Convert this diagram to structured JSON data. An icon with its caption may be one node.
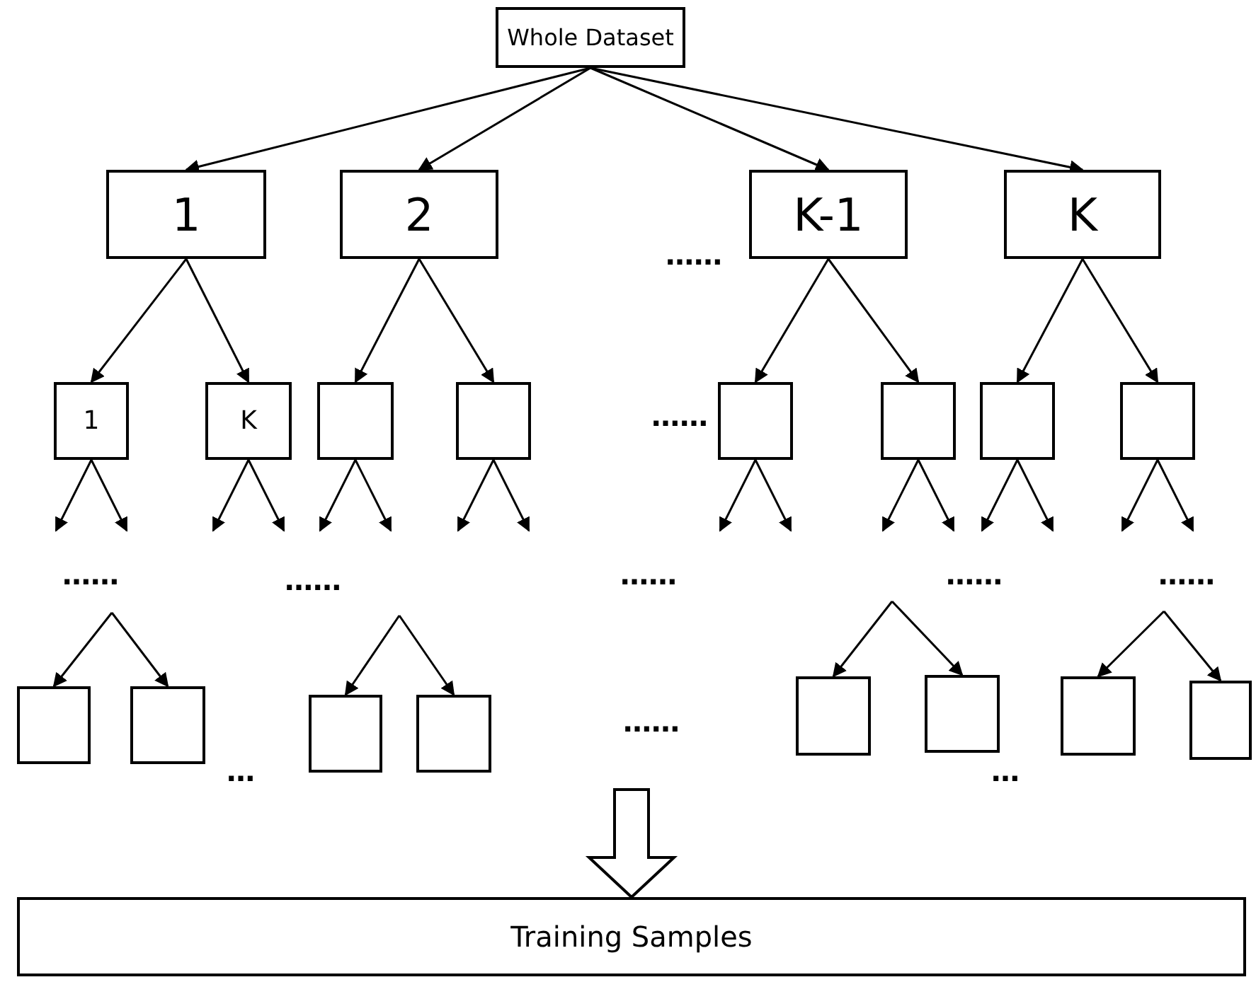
{
  "diagram": {
    "nodes": [
      {
        "text": [
          "Whole Dataset"
        ]
      },
      {
        "text": [
          "1"
        ]
      },
      {
        "text": [
          "2"
        ]
      },
      {
        "text": [
          "K-1"
        ]
      },
      {
        "text": [
          "K"
        ]
      },
      {
        "text": [
          "1"
        ]
      },
      {
        "text": [
          "K"
        ]
      },
      {
        "text": [],
        "shape": "box"
      },
      {
        "text": [],
        "shape": "box"
      },
      {
        "text": [],
        "shape": "box"
      },
      {
        "text": [],
        "shape": "box"
      },
      {
        "text": [],
        "shape": "box"
      },
      {
        "text": [],
        "shape": "box"
      },
      {
        "text": [],
        "shape": "box"
      },
      {
        "text": [],
        "shape": "box"
      },
      {
        "text": [],
        "shape": "box"
      },
      {
        "text": [],
        "shape": "box"
      },
      {
        "text": [],
        "shape": "box"
      },
      {
        "text": [],
        "shape": "box"
      },
      {
        "text": [],
        "shape": "box"
      },
      {
        "text": [],
        "shape": "box"
      },
      {
        "text": [
          "Training Samples"
        ]
      }
    ],
    "edges": [
      {
        "from": 0,
        "to": 1,
        "arrow": "to"
      },
      {
        "from": 0,
        "to": 2,
        "arrow": "to"
      },
      {
        "from": 0,
        "to": 3,
        "arrow": "to"
      },
      {
        "from": 0,
        "to": 4,
        "arrow": "to"
      },
      {
        "from": 1,
        "to": 5,
        "arrow": "to"
      },
      {
        "from": 1,
        "to": 6,
        "arrow": "to"
      },
      {
        "from": 2,
        "to": 7,
        "arrow": "to"
      },
      {
        "from": 2,
        "to": 8,
        "arrow": "to"
      },
      {
        "from": 3,
        "to": 9,
        "arrow": "to"
      },
      {
        "from": 3,
        "to": 10,
        "arrow": "to"
      },
      {
        "from": 4,
        "to": 11,
        "arrow": "to"
      },
      {
        "from": 4,
        "to": 12,
        "arrow": "to"
      },
      {
        "from": 5,
        "to": null,
        "arrow": "to"
      },
      {
        "from": 5,
        "to": null,
        "arrow": "to"
      },
      {
        "from": 6,
        "to": null,
        "arrow": "to"
      },
      {
        "from": 6,
        "to": null,
        "arrow": "to"
      },
      {
        "from": 7,
        "to": null,
        "arrow": "to"
      },
      {
        "from": 7,
        "to": null,
        "arrow": "to"
      },
      {
        "from": 8,
        "to": null,
        "arrow": "to"
      },
      {
        "from": 8,
        "to": null,
        "arrow": "to"
      },
      {
        "from": 9,
        "to": null,
        "arrow": "to"
      },
      {
        "from": 9,
        "to": null,
        "arrow": "to"
      },
      {
        "from": 10,
        "to": null,
        "arrow": "to"
      },
      {
        "from": 10,
        "to": null,
        "arrow": "to"
      },
      {
        "from": 11,
        "to": null,
        "arrow": "to"
      },
      {
        "from": 11,
        "to": null,
        "arrow": "to"
      },
      {
        "from": 12,
        "to": null,
        "arrow": "to"
      },
      {
        "from": 12,
        "to": null,
        "arrow": "to"
      },
      {
        "from": null,
        "to": 13,
        "arrow": "to"
      },
      {
        "from": null,
        "to": 14,
        "arrow": "to"
      },
      {
        "from": null,
        "to": 15,
        "arrow": "to"
      },
      {
        "from": null,
        "to": 16,
        "arrow": "to"
      },
      {
        "from": null,
        "to": 17,
        "arrow": "to"
      },
      {
        "from": null,
        "to": 18,
        "arrow": "to"
      },
      {
        "from": null,
        "to": 19,
        "arrow": "to"
      },
      {
        "from": null,
        "to": 20,
        "arrow": "to"
      },
      {
        "from": null,
        "to": 21,
        "arrow": "to",
        "style": "thick"
      }
    ],
    "labels": [
      "……",
      "……",
      "……",
      "……",
      "……",
      "……",
      "……",
      "……",
      "…",
      "…"
    ]
  }
}
